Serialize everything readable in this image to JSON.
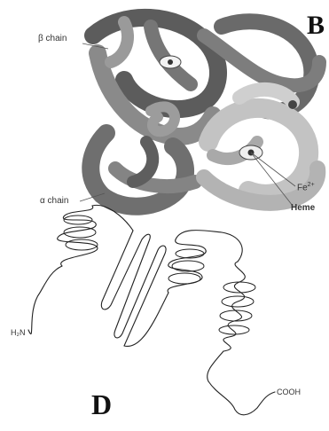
{
  "panel_b": {
    "letter": "B",
    "labels": {
      "beta_chain": "β chain",
      "alpha_chain": "α chain",
      "iron": "Fe",
      "iron_charge": "2+",
      "heme": "Heme"
    }
  },
  "panel_d": {
    "letter": "D",
    "labels": {
      "n_terminus": "H₂N",
      "c_terminus": "COOH"
    }
  },
  "colors": {
    "tube_dark": "#6d6d6d",
    "tube_mid": "#8c8c8c",
    "tube_light": "#bdbdbd",
    "line": "#222222"
  }
}
